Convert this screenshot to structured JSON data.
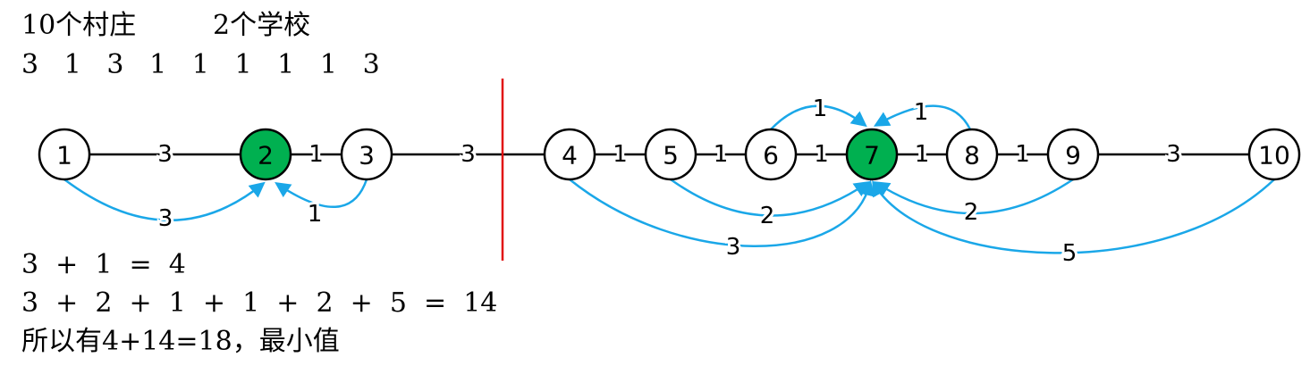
{
  "header": {
    "villages": "10个村庄",
    "schools": "2个学校",
    "distances": "3   1   3   1   1   1   1   1   3"
  },
  "colors": {
    "school": "#00b050",
    "village": "#ffffff",
    "arrow": "#1aa7e8",
    "divider": "#e11010",
    "edge": "#000000"
  },
  "nodes": [
    {
      "id": "1",
      "school": false
    },
    {
      "id": "2",
      "school": true
    },
    {
      "id": "3",
      "school": false
    },
    {
      "id": "4",
      "school": false
    },
    {
      "id": "5",
      "school": false
    },
    {
      "id": "6",
      "school": false
    },
    {
      "id": "7",
      "school": true
    },
    {
      "id": "8",
      "school": false
    },
    {
      "id": "9",
      "school": false
    },
    {
      "id": "10",
      "school": false
    }
  ],
  "edges": [
    {
      "from": "1",
      "to": "2",
      "label": "3"
    },
    {
      "from": "2",
      "to": "3",
      "label": "1"
    },
    {
      "from": "3",
      "to": "4",
      "label": "3"
    },
    {
      "from": "4",
      "to": "5",
      "label": "1"
    },
    {
      "from": "5",
      "to": "6",
      "label": "1"
    },
    {
      "from": "6",
      "to": "7",
      "label": "1"
    },
    {
      "from": "7",
      "to": "8",
      "label": "1"
    },
    {
      "from": "8",
      "to": "9",
      "label": "1"
    },
    {
      "from": "9",
      "to": "10",
      "label": "3"
    }
  ],
  "arrows": [
    {
      "from": "1",
      "to": "2",
      "label": "3"
    },
    {
      "from": "3",
      "to": "2",
      "label": "1"
    },
    {
      "from": "6",
      "to": "7",
      "label": "1"
    },
    {
      "from": "8",
      "to": "7",
      "label": "1"
    },
    {
      "from": "5",
      "to": "7",
      "label": "2"
    },
    {
      "from": "9",
      "to": "7",
      "label": "2"
    },
    {
      "from": "4",
      "to": "7",
      "label": "3"
    },
    {
      "from": "10",
      "to": "7",
      "label": "5"
    }
  ],
  "results": {
    "line1": "3  +  1  =  4",
    "line2": "3  +  2  +  1  +  1  +  2  +  5  =  14",
    "line3": "所以有4+14=18，最小值"
  }
}
